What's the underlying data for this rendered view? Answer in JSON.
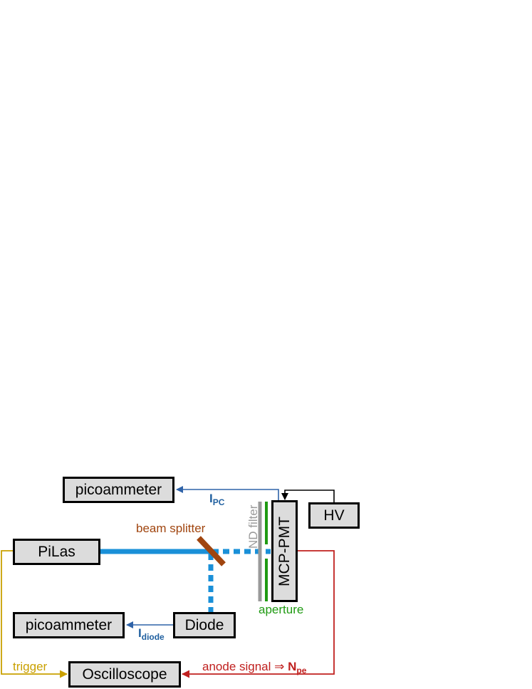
{
  "colors": {
    "beam": "#1a90d8",
    "current_line": "#2f63a8",
    "current_label": "#2060a0",
    "trigger": "#c9a000",
    "anode": "#c0201f",
    "splitter": "#a0450f",
    "aperture": "#1f9a12",
    "nd_filter": "#9a9a9a",
    "hv_line": "#000000"
  },
  "boxes": {
    "picoammeter_top": "picoammeter",
    "hv": "HV",
    "pilas": "PiLas",
    "mcp_pmt": "MCP-PMT",
    "picoammeter_bottom": "picoammeter",
    "diode": "Diode",
    "oscilloscope": "Oscilloscope"
  },
  "labels": {
    "beam_splitter": "beam splitter",
    "nd_filter": "ND filter",
    "aperture": "aperture",
    "i_pc_main": "I",
    "i_pc_sub": "PC",
    "i_diode_main": "I",
    "i_diode_sub": "diode",
    "trigger": "trigger",
    "anode_signal": "anode signal ⇒ ",
    "n_pe_main": "N",
    "n_pe_sub": "pe"
  }
}
